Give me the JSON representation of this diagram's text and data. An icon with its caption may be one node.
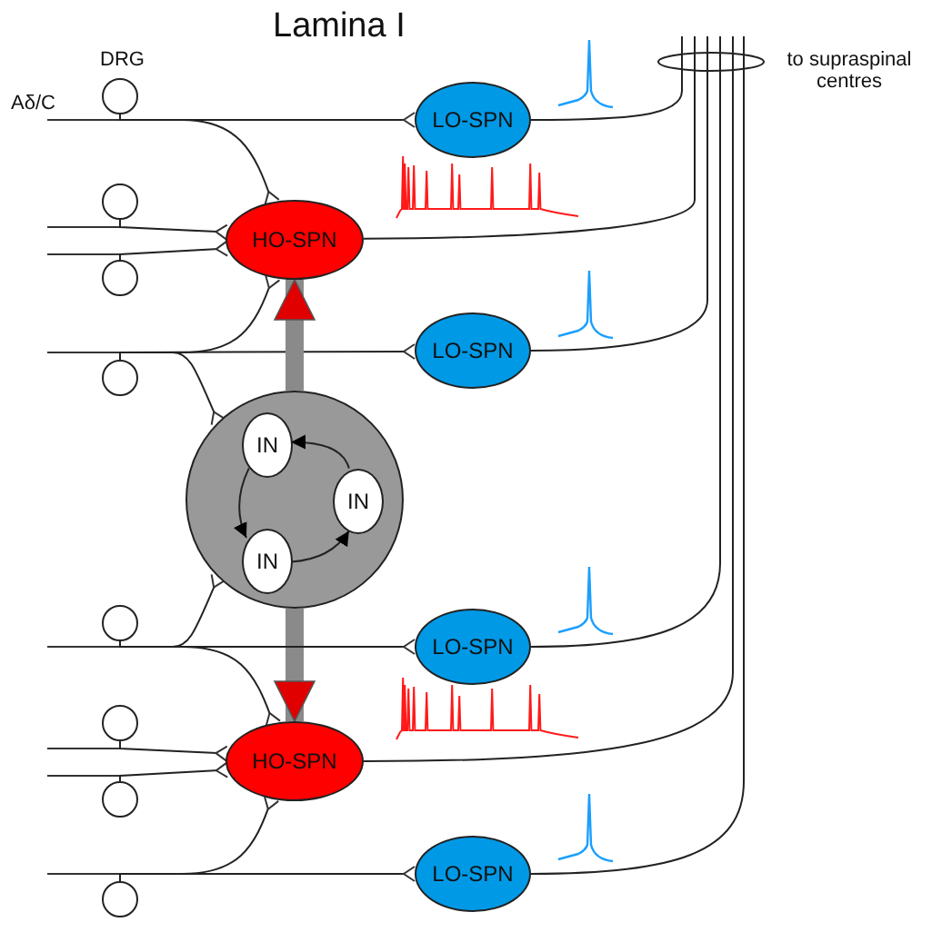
{
  "diagram": {
    "title": "Lamina I",
    "nodes": [
      {
        "text": [],
        "shape": "circle",
        "beside": [
          "DRG"
        ]
      },
      {
        "text": [
          "LO-SPN"
        ]
      },
      {
        "text": [],
        "shape": "circle"
      },
      {
        "text": [
          "HO-SPN"
        ]
      },
      {
        "text": [],
        "shape": "circle"
      },
      {
        "text": [
          "LO-SPN"
        ]
      },
      {
        "text": [],
        "shape": "circle"
      },
      {
        "text": [],
        "shape": "circle"
      },
      {
        "text": [
          "IN"
        ],
        "in": 7
      },
      {
        "text": [
          "IN"
        ],
        "in": 7
      },
      {
        "text": [
          "IN"
        ],
        "in": 7
      },
      {
        "text": [],
        "shape": "circle"
      },
      {
        "text": [
          "LO-SPN"
        ]
      },
      {
        "text": [],
        "shape": "circle"
      },
      {
        "text": [
          "HO-SPN"
        ]
      },
      {
        "text": [],
        "shape": "circle"
      },
      {
        "text": [
          "LO-SPN"
        ]
      },
      {
        "text": [],
        "shape": "circle"
      }
    ],
    "edges": [
      {
        "from": 0,
        "to": 1,
        "arrow": "other"
      },
      {
        "from": 0,
        "to": 3,
        "arrow": "other"
      },
      {
        "from": 2,
        "to": 3,
        "arrow": "other"
      },
      {
        "from": 4,
        "to": 3,
        "arrow": "other"
      },
      {
        "from": 6,
        "to": 5,
        "arrow": "other"
      },
      {
        "from": 6,
        "to": 3,
        "arrow": "other"
      },
      {
        "from": 6,
        "to": 7,
        "arrow": "other"
      },
      {
        "from": 7,
        "to": 3,
        "arrow": "to",
        "style": "thick",
        "color": "#8a8a8a"
      },
      {
        "from": 7,
        "to": 14,
        "arrow": "to",
        "style": "thick",
        "color": "#8a8a8a"
      },
      {
        "from": 9,
        "to": 8,
        "arrow": "to"
      },
      {
        "from": 8,
        "to": 10,
        "arrow": "to"
      },
      {
        "from": 10,
        "to": 9,
        "arrow": "to"
      },
      {
        "from": 11,
        "to": 12,
        "arrow": "other"
      },
      {
        "from": 11,
        "to": 7,
        "arrow": "other"
      },
      {
        "from": 11,
        "to": 14,
        "arrow": "other"
      },
      {
        "from": 13,
        "to": 14,
        "arrow": "other"
      },
      {
        "from": 15,
        "to": 14,
        "arrow": "other"
      },
      {
        "from": 17,
        "to": 16,
        "arrow": "other"
      },
      {
        "from": 17,
        "to": 14,
        "arrow": "other"
      },
      {
        "from": 1,
        "to": null,
        "arrow": "none"
      },
      {
        "from": 3,
        "to": null,
        "arrow": "none"
      },
      {
        "from": 5,
        "to": null,
        "arrow": "none"
      },
      {
        "from": 12,
        "to": null,
        "arrow": "none"
      },
      {
        "from": 14,
        "to": null,
        "arrow": "none"
      },
      {
        "from": 16,
        "to": null,
        "arrow": "none"
      }
    ],
    "labels": [
      "Aδ/C",
      "to supraspinal centres"
    ]
  }
}
